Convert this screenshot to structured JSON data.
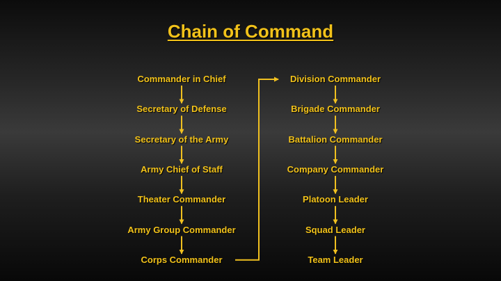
{
  "title": "Chain of Command",
  "colors": {
    "text": "#f2c21a",
    "arrow": "#f0c020"
  },
  "left_column": [
    "Commander in Chief",
    "Secretary of Defense",
    "Secretary of the Army",
    "Army Chief of Staff",
    "Theater Commander",
    "Army Group Commander",
    "Corps Commander"
  ],
  "right_column": [
    "Division Commander",
    "Brigade Commander",
    "Battalion Commander",
    "Company Commander",
    "Platoon Leader",
    "Squad Leader",
    "Team Leader"
  ]
}
